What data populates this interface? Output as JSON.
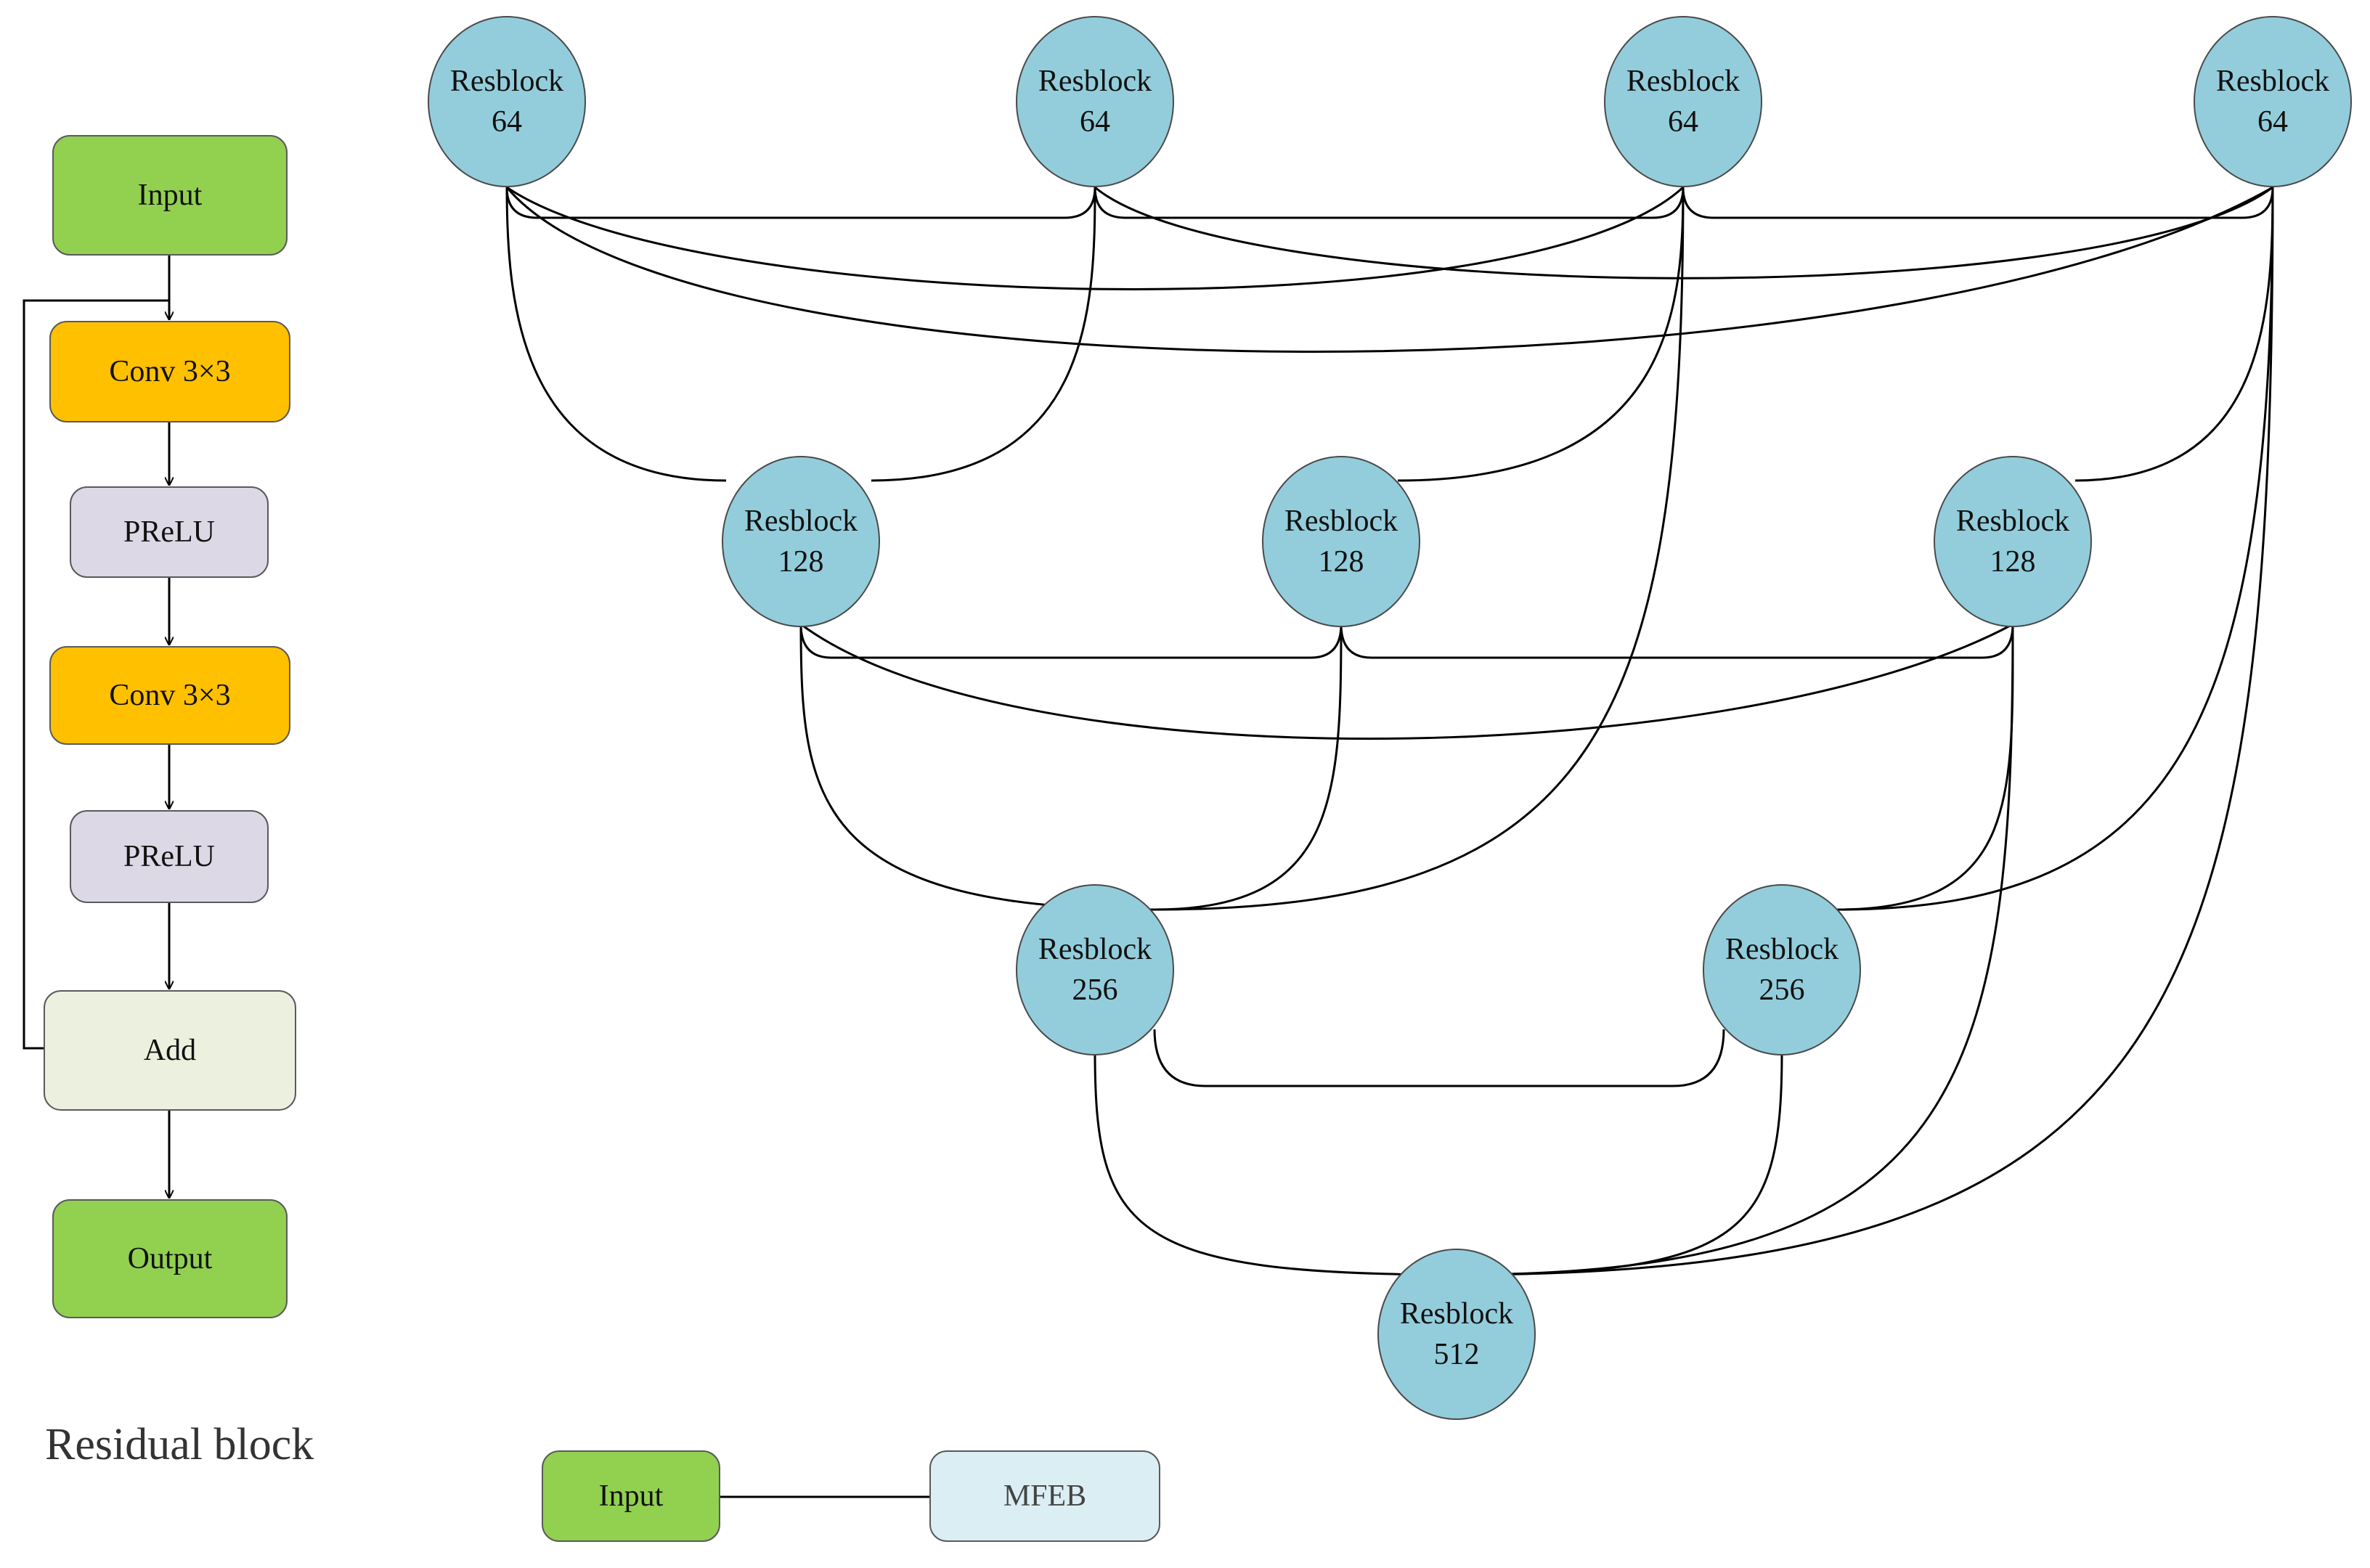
{
  "residual_block": {
    "caption": "Residual block",
    "steps": [
      {
        "label": "Input",
        "color": "#92d050"
      },
      {
        "label": "Conv 3×3",
        "color": "#ffc000"
      },
      {
        "label": "PReLU",
        "color": "#dcd8e6"
      },
      {
        "label": "Conv 3×3",
        "color": "#ffc000"
      },
      {
        "label": "PReLU",
        "color": "#dcd8e6"
      },
      {
        "label": "Add",
        "color": "#ebf1de"
      },
      {
        "label": "Output",
        "color": "#92d050"
      }
    ]
  },
  "network": {
    "node_color": "#93cddb",
    "nodes": [
      {
        "name": "Resblock",
        "channels": "64"
      },
      {
        "name": "Resblock",
        "channels": "64"
      },
      {
        "name": "Resblock",
        "channels": "64"
      },
      {
        "name": "Resblock",
        "channels": "64"
      },
      {
        "name": "Resblock",
        "channels": "128"
      },
      {
        "name": "Resblock",
        "channels": "128"
      },
      {
        "name": "Resblock",
        "channels": "128"
      },
      {
        "name": "Resblock",
        "channels": "256"
      },
      {
        "name": "Resblock",
        "channels": "256"
      },
      {
        "name": "Resblock",
        "channels": "512"
      }
    ]
  },
  "legend": {
    "input_label": "Input",
    "input_color": "#92d050",
    "mfeb_label": "MFEB",
    "mfeb_color": "#dbeef4"
  }
}
